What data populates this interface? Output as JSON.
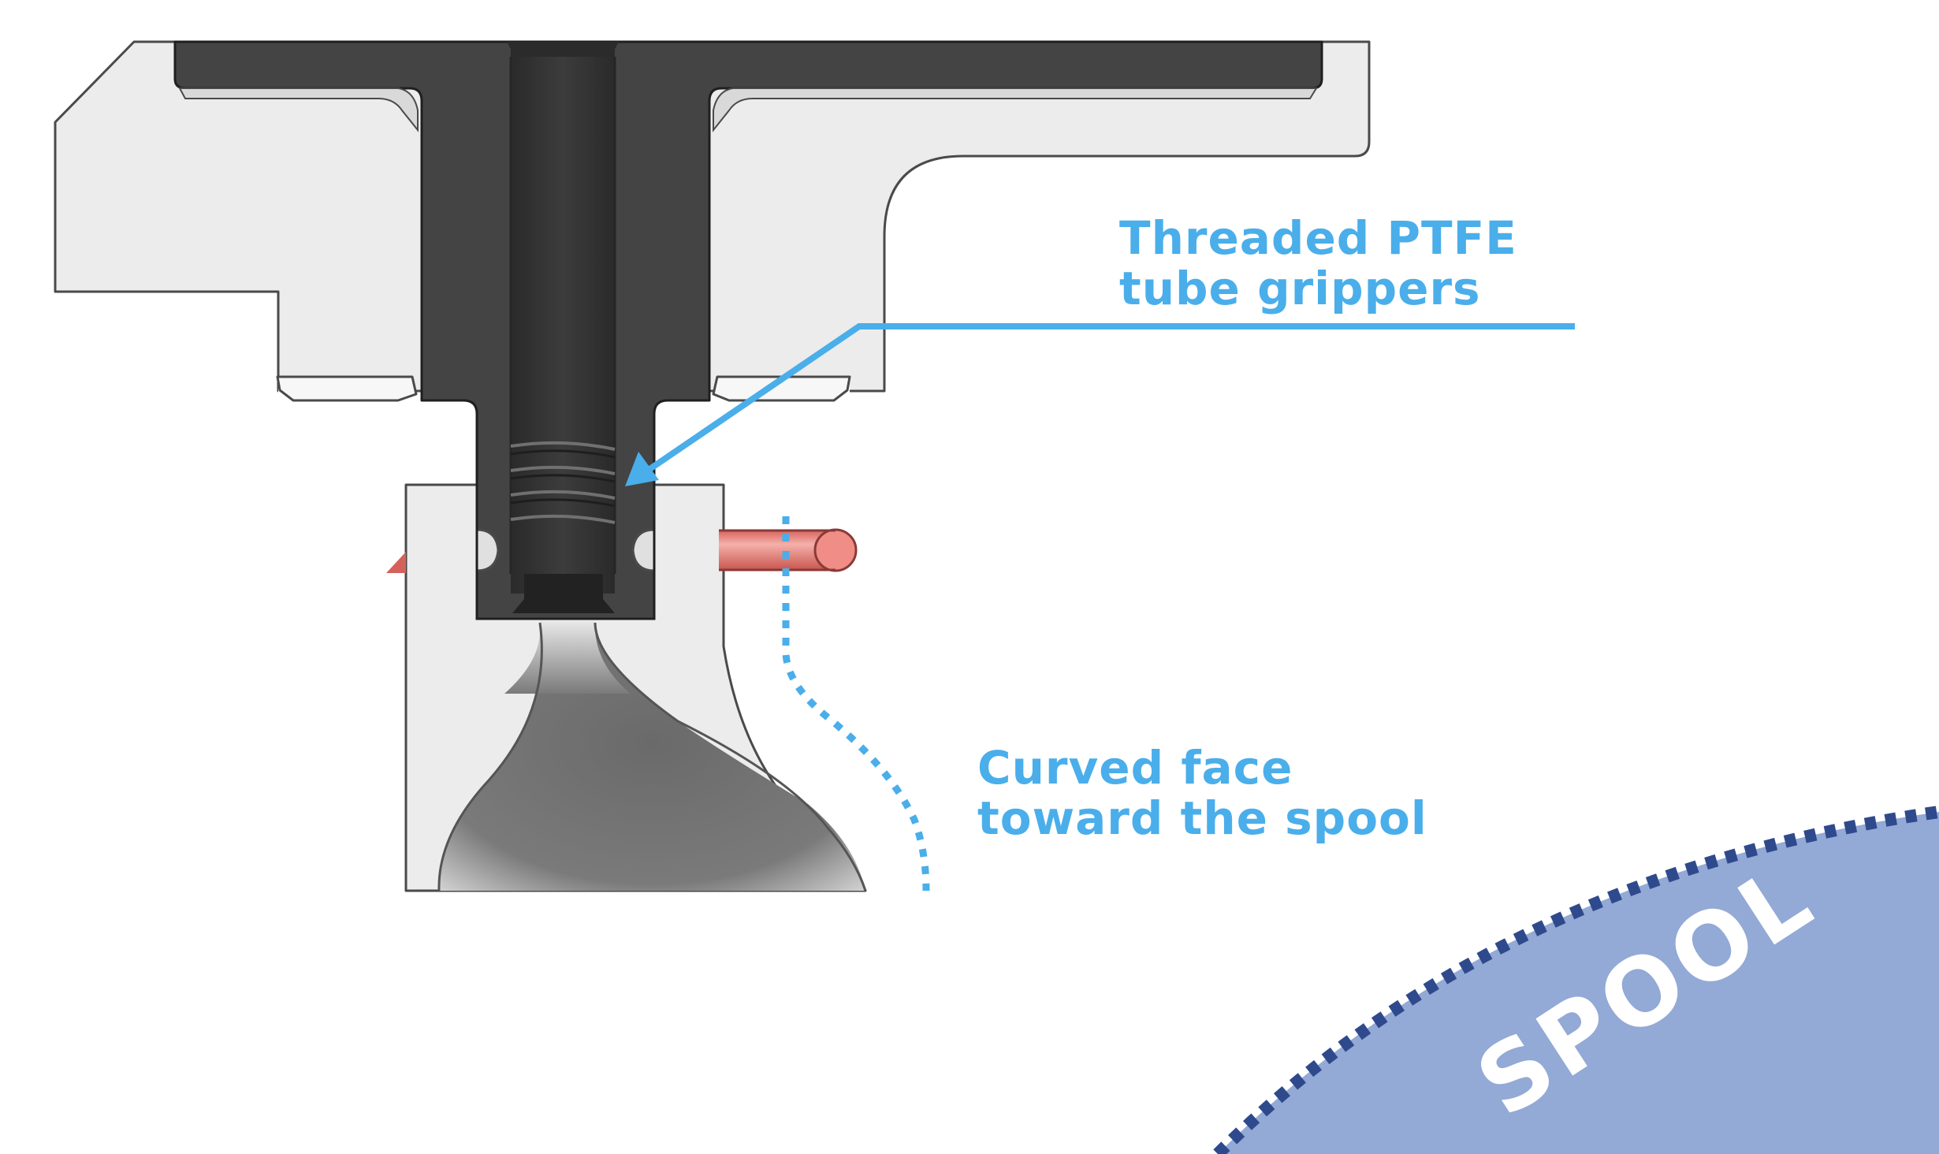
{
  "annotations": {
    "grippers_line1": "Threaded PTFE",
    "grippers_line2": "tube grippers",
    "curved_line1": "Curved face",
    "curved_line2": "toward the spool"
  },
  "spool": {
    "label": "SPOOL"
  },
  "colors": {
    "callout": "#4aaeea",
    "spool_fill": "#93a9d6",
    "spool_edge": "#2f4a8c",
    "insert": "#444444",
    "housing": "#ececec",
    "filament": "#e9837c"
  }
}
